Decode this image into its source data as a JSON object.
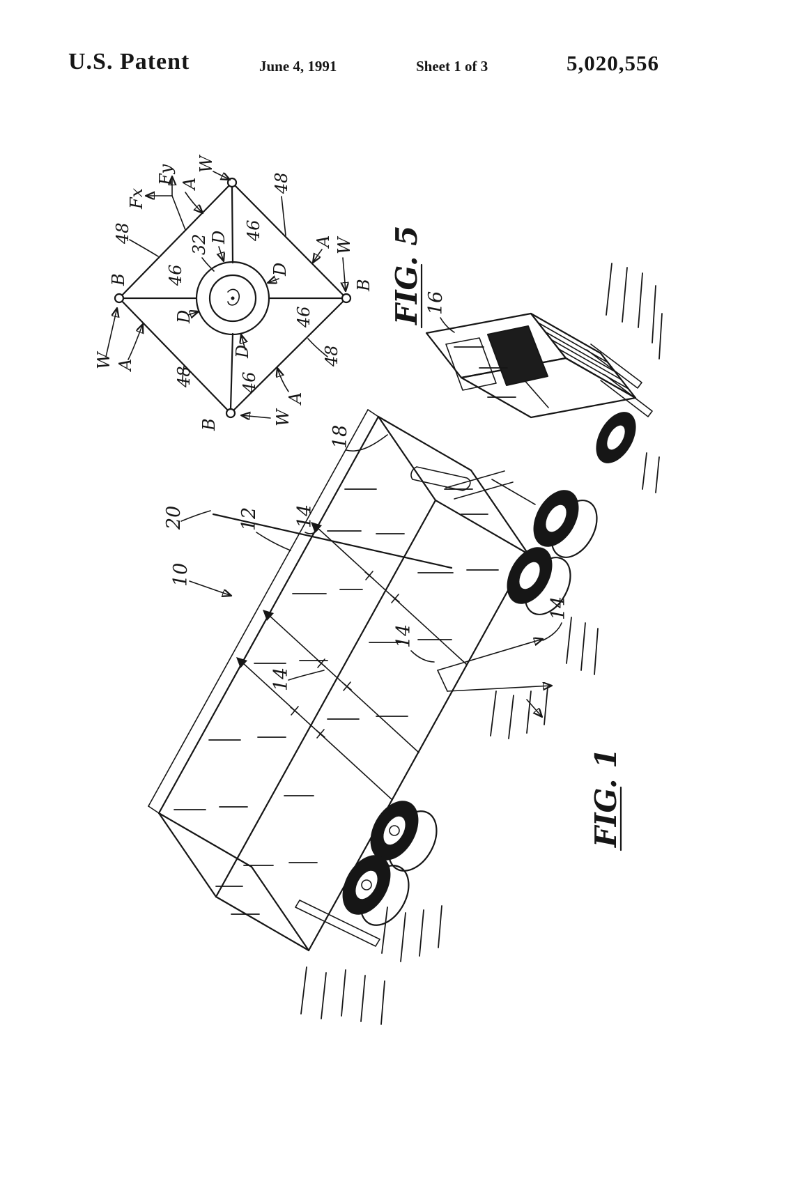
{
  "header": {
    "title": "U.S. Patent",
    "date": "June 4, 1991",
    "sheet": "Sheet 1 of 3",
    "patent_number": "5,020,556"
  },
  "fig5": {
    "caption": "FIG. 5",
    "refs": {
      "fx": "Fx",
      "fy": "Fy",
      "w": "W",
      "a": "A",
      "b": "B",
      "d": "D",
      "n32": "32",
      "n46": "46",
      "n48": "48"
    }
  },
  "fig1": {
    "caption": "FIG. 1",
    "refs": {
      "n10": "10",
      "n12": "12",
      "n14": "14",
      "n16": "16",
      "n18": "18",
      "n20": "20"
    }
  },
  "colors": {
    "ink": "#161616",
    "paper": "#ffffff"
  }
}
